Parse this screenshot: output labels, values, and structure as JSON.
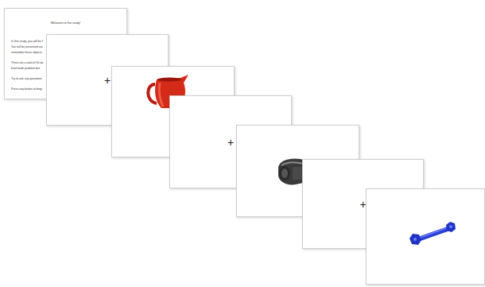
{
  "diagram": {
    "nodes": [
      {
        "text": [
          "Welcome to the study!",
          "In this study, you will be f",
          "You will be presented wit",
          "remember these objects,",
          "There are a total of 50 ob",
          "brief math problem bet",
          "Try to ask any questions",
          "Press any button to begi"
        ]
      },
      {
        "text": [
          "+"
        ]
      },
      {
        "text": [
          "+"
        ]
      },
      {
        "text": [
          "+"
        ]
      }
    ]
  }
}
